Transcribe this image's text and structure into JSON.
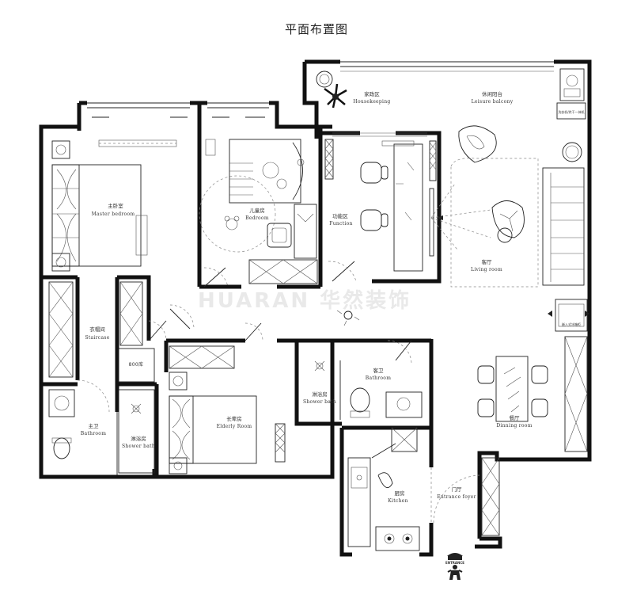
{
  "title": "平面布置图",
  "watermark": "HUARAN 华然装饰",
  "rooms": {
    "master_bedroom": {
      "cn": "主卧室",
      "en": "Master bedroom"
    },
    "kids_bedroom": {
      "cn": "儿童房",
      "en": "Bedroom"
    },
    "function_area": {
      "cn": "功能区",
      "en": "Function"
    },
    "housekeeping": {
      "cn": "家政区",
      "en": "Housekeeping"
    },
    "leisure_balcony": {
      "cn": "休闲阳台",
      "en": "Leisure balcony"
    },
    "living_room": {
      "cn": "客厅",
      "en": "Living room"
    },
    "staircase": {
      "cn": "衣帽间",
      "en": "Staircase"
    },
    "elderly_room": {
      "cn": "长辈房",
      "en": "Elderly Room"
    },
    "guest_bath": {
      "cn": "客卫",
      "en": "Bathroom"
    },
    "shower_guest": {
      "cn": "淋浴房",
      "en": "Shower bath"
    },
    "master_bath": {
      "cn": "主卫",
      "en": "Bathroom"
    },
    "shower_master": {
      "cn": "淋浴房",
      "en": "Shower bath"
    },
    "dining_room": {
      "cn": "餐厅",
      "en": "Dinning room"
    },
    "kitchen": {
      "cn": "厨房",
      "en": "Kitchen"
    },
    "entrance_foyer": {
      "cn": "门厅",
      "en": "Entrance foyer"
    }
  },
  "fixtures": {
    "closet_label": "800库",
    "appliance_label": "洗衣机/烘干一体机",
    "cabinet_label": "嵌入式冰箱柜",
    "entrance_label": "ENTRANCE"
  }
}
